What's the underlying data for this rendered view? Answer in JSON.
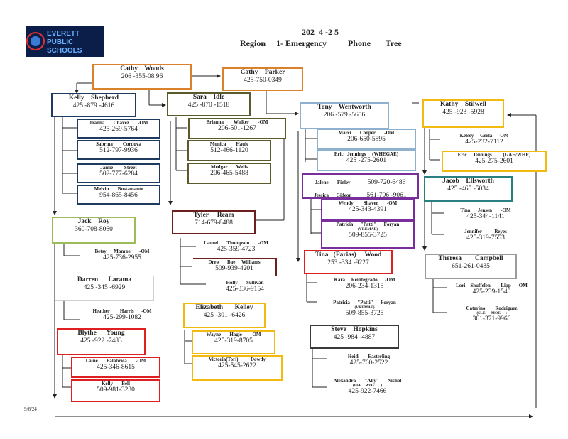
{
  "header": {
    "year": "202  4 -2 5",
    "subtitle": "Region     1- Emergency          Phone       Tree",
    "logo_text": "EVERETT PUBLIC SCHOOLS"
  },
  "footer": {
    "date": "9/6/24"
  },
  "colors": {
    "orange": "#d9822b",
    "navy": "#1f3a5f",
    "olive": "#5a5a2a",
    "maroon": "#6b1f1f",
    "lightblue": "#8fb1d0",
    "purple": "#7a2d9c",
    "red": "#e02020",
    "gold": "#f2b90f",
    "teal": "#2a7f80",
    "gray": "#9b9b9b",
    "dark": "#3a3a3a",
    "lightgreen": "#9cbb59"
  },
  "people": {
    "cathy_woods": {
      "name": "Cathy    Woods",
      "phone": "206 -355-08 96"
    },
    "cathy_parker": {
      "name": "Cathy    Parker",
      "phone": "425-750-0349"
    },
    "kelly_shepherd": {
      "name": "Kelly    Shepherd",
      "phone": "425 -879 -4616"
    },
    "joanna_chavez": {
      "name": "Joanna       Chavez       -OM",
      "phone": "425-269-5764"
    },
    "sabrina_cordova": {
      "name": "Sabrina        Cordova",
      "phone": "512-797-9936"
    },
    "jamie_street": {
      "name": "Jamie         Street",
      "phone": "502-777-6284"
    },
    "melvin_bustamante": {
      "name": "Melvin       Bustamante",
      "phone": "954-865-8456"
    },
    "sara_idle": {
      "name": "Sara    Idle",
      "phone": "425 -870 -1518"
    },
    "brianna_walker": {
      "name": "Brianna        Walker       -OM",
      "phone": "206-501-1267"
    },
    "monica_haule": {
      "name": "Monica        Haule",
      "phone": "512-466-1120"
    },
    "medgar_wells": {
      "name": "Medgar       Wells",
      "phone": "206-465-5488"
    },
    "tony_wentworth": {
      "name": "Tony    Wentworth",
      "phone": "206 -579 -5656"
    },
    "marci_cooper": {
      "name": "Marci       Cooper       -OM",
      "phone": "206-650-5895"
    },
    "eric_jennings_1": {
      "name": "Eric   Jennings     (WHEGAE)",
      "phone": "425 -275-2601"
    },
    "jalene_finley": {
      "name": "Jalene       Finley",
      "phone": "509-720-6486"
    },
    "jessica_gideon": {
      "name": "Jessica      Gideon",
      "phone": "561-706 -9061"
    },
    "wendy_shaver": {
      "name": "Wendy        Shaver       -OM",
      "phone": "425-343-4391"
    },
    "patricia_foryan_1": {
      "name": "Patricia      \"Patti\"      Foryan",
      "sub": "(VREMAE)",
      "phone": "509-855-3725"
    },
    "tina_wood": {
      "name": "Tina   (Farias)     Wood",
      "phone": "253 -334 -9227"
    },
    "kara_reintegrado": {
      "name": "Kara     Reintegrado      -OM",
      "phone": "206-234-1315"
    },
    "patricia_foryan_2": {
      "name": "Patricia      \"Patti\"      Foryan",
      "sub": "(VREMAE)",
      "phone": "509-855-3725"
    },
    "steve_hopkins": {
      "name": "Steve    Hopkins",
      "phone": "425 -984 -4887"
    },
    "heidi_easterling": {
      "name": "Heidi       Easterling",
      "phone": "425-760-2522"
    },
    "alexandra_nichol": {
      "name": "Alexandra       \"Ally\"       Nichol",
      "sub": "(PFE    WOE      )",
      "phone": "425-922-7466"
    },
    "kathy_stilwell": {
      "name": "Kathy    Stilwell",
      "phone": "425 -923 -5928"
    },
    "kelsey_gerla": {
      "name": "Kelsey     Gerla     -OM",
      "phone": "425-232-7112"
    },
    "eric_jennings_2": {
      "name": "Eric     Jennings         (GAE/WHE)",
      "phone": "425-275-2601"
    },
    "jacob_ellsworth": {
      "name": "Jacob    Ellsworth",
      "phone": "425 -465 -5034"
    },
    "tina_jensen": {
      "name": "Tina      Jensen       -OM",
      "phone": "425-344-1141"
    },
    "jennifer_reyes": {
      "name": "Jennifer          Reyes",
      "phone": "425-319-7553"
    },
    "theresa_campbell": {
      "name": "Theresa        Campbell",
      "phone": "651-261-0435"
    },
    "lori_shuffelen": {
      "name": "Lori    Shuffelen       -Lipp     -OM",
      "phone": "425-239-1540"
    },
    "catarino_rodriguez": {
      "name": "Catarino        Rodriguez",
      "sub": "(SLE      MOE     )",
      "phone": "361-371-9966"
    },
    "jack_roy": {
      "name": "Jack    Roy",
      "phone": "360-708-8060"
    },
    "betsy_monroe": {
      "name": "Betsy      Monroe       -OM",
      "phone": "425-736-2955"
    },
    "darren_larama": {
      "name": "Darren      Larama",
      "phone": "425 -345 -6929"
    },
    "heather_harris": {
      "name": "Heather        Harris      -OM",
      "phone": "425-299-1082"
    },
    "blythe_young": {
      "name": "Blythe      Young",
      "phone": "425 -922 -7483"
    },
    "laine_palabrica": {
      "name": "Laine       Palabrica       -OM",
      "phone": "425-346-8615"
    },
    "kelly_bell": {
      "name": "Kelly       Bell",
      "phone": "509-981-3230"
    },
    "tyler_ream": {
      "name": "Tyler     Ream",
      "phone": "714-679-8488"
    },
    "laurel_thompson": {
      "name": "Laurel       Thompson       -OM",
      "phone": "425-359-4723"
    },
    "drew_williams": {
      "name": "Drew      Bae     Williams",
      "phone": "509-939-4201"
    },
    "holly_sullivan": {
      "name": "Holly       Sullivan",
      "phone": "425-336-9154"
    },
    "elizabeth_kelley": {
      "name": "Elizabeth       Kelley",
      "phone": "425 -301 -6426"
    },
    "wayne_hagie": {
      "name": "Wayne       Hagie       -OM",
      "phone": "425-319-8705"
    },
    "victoria_dowdy": {
      "name": "Victoria(Tori)          Dowdy",
      "phone": "425-545-2622"
    }
  }
}
